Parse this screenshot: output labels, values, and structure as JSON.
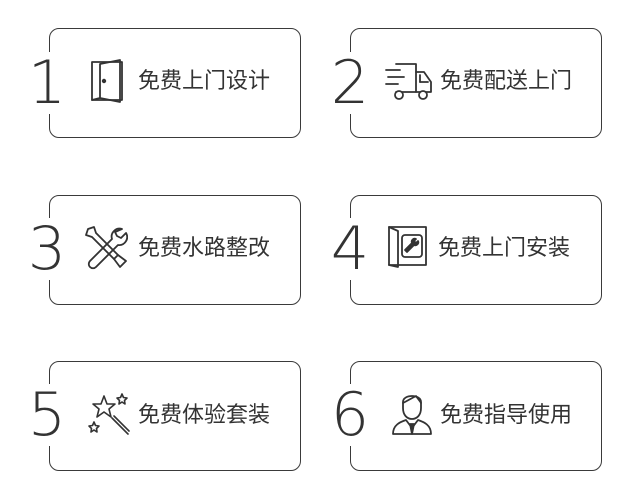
{
  "services": [
    {
      "number": "1",
      "label": "免费上门设计",
      "icon": "door-icon"
    },
    {
      "number": "2",
      "label": "免费配送上门",
      "icon": "delivery-truck-icon"
    },
    {
      "number": "3",
      "label": "免费水路整改",
      "icon": "wrench-screwdriver-icon"
    },
    {
      "number": "4",
      "label": "免费上门安装",
      "icon": "door-wrench-icon"
    },
    {
      "number": "5",
      "label": "免费体验套装",
      "icon": "magic-wand-icon"
    },
    {
      "number": "6",
      "label": "免费指导使用",
      "icon": "person-advisor-icon"
    }
  ],
  "colors": {
    "border": "#3a3a3a",
    "text": "#333333",
    "background": "#ffffff"
  }
}
